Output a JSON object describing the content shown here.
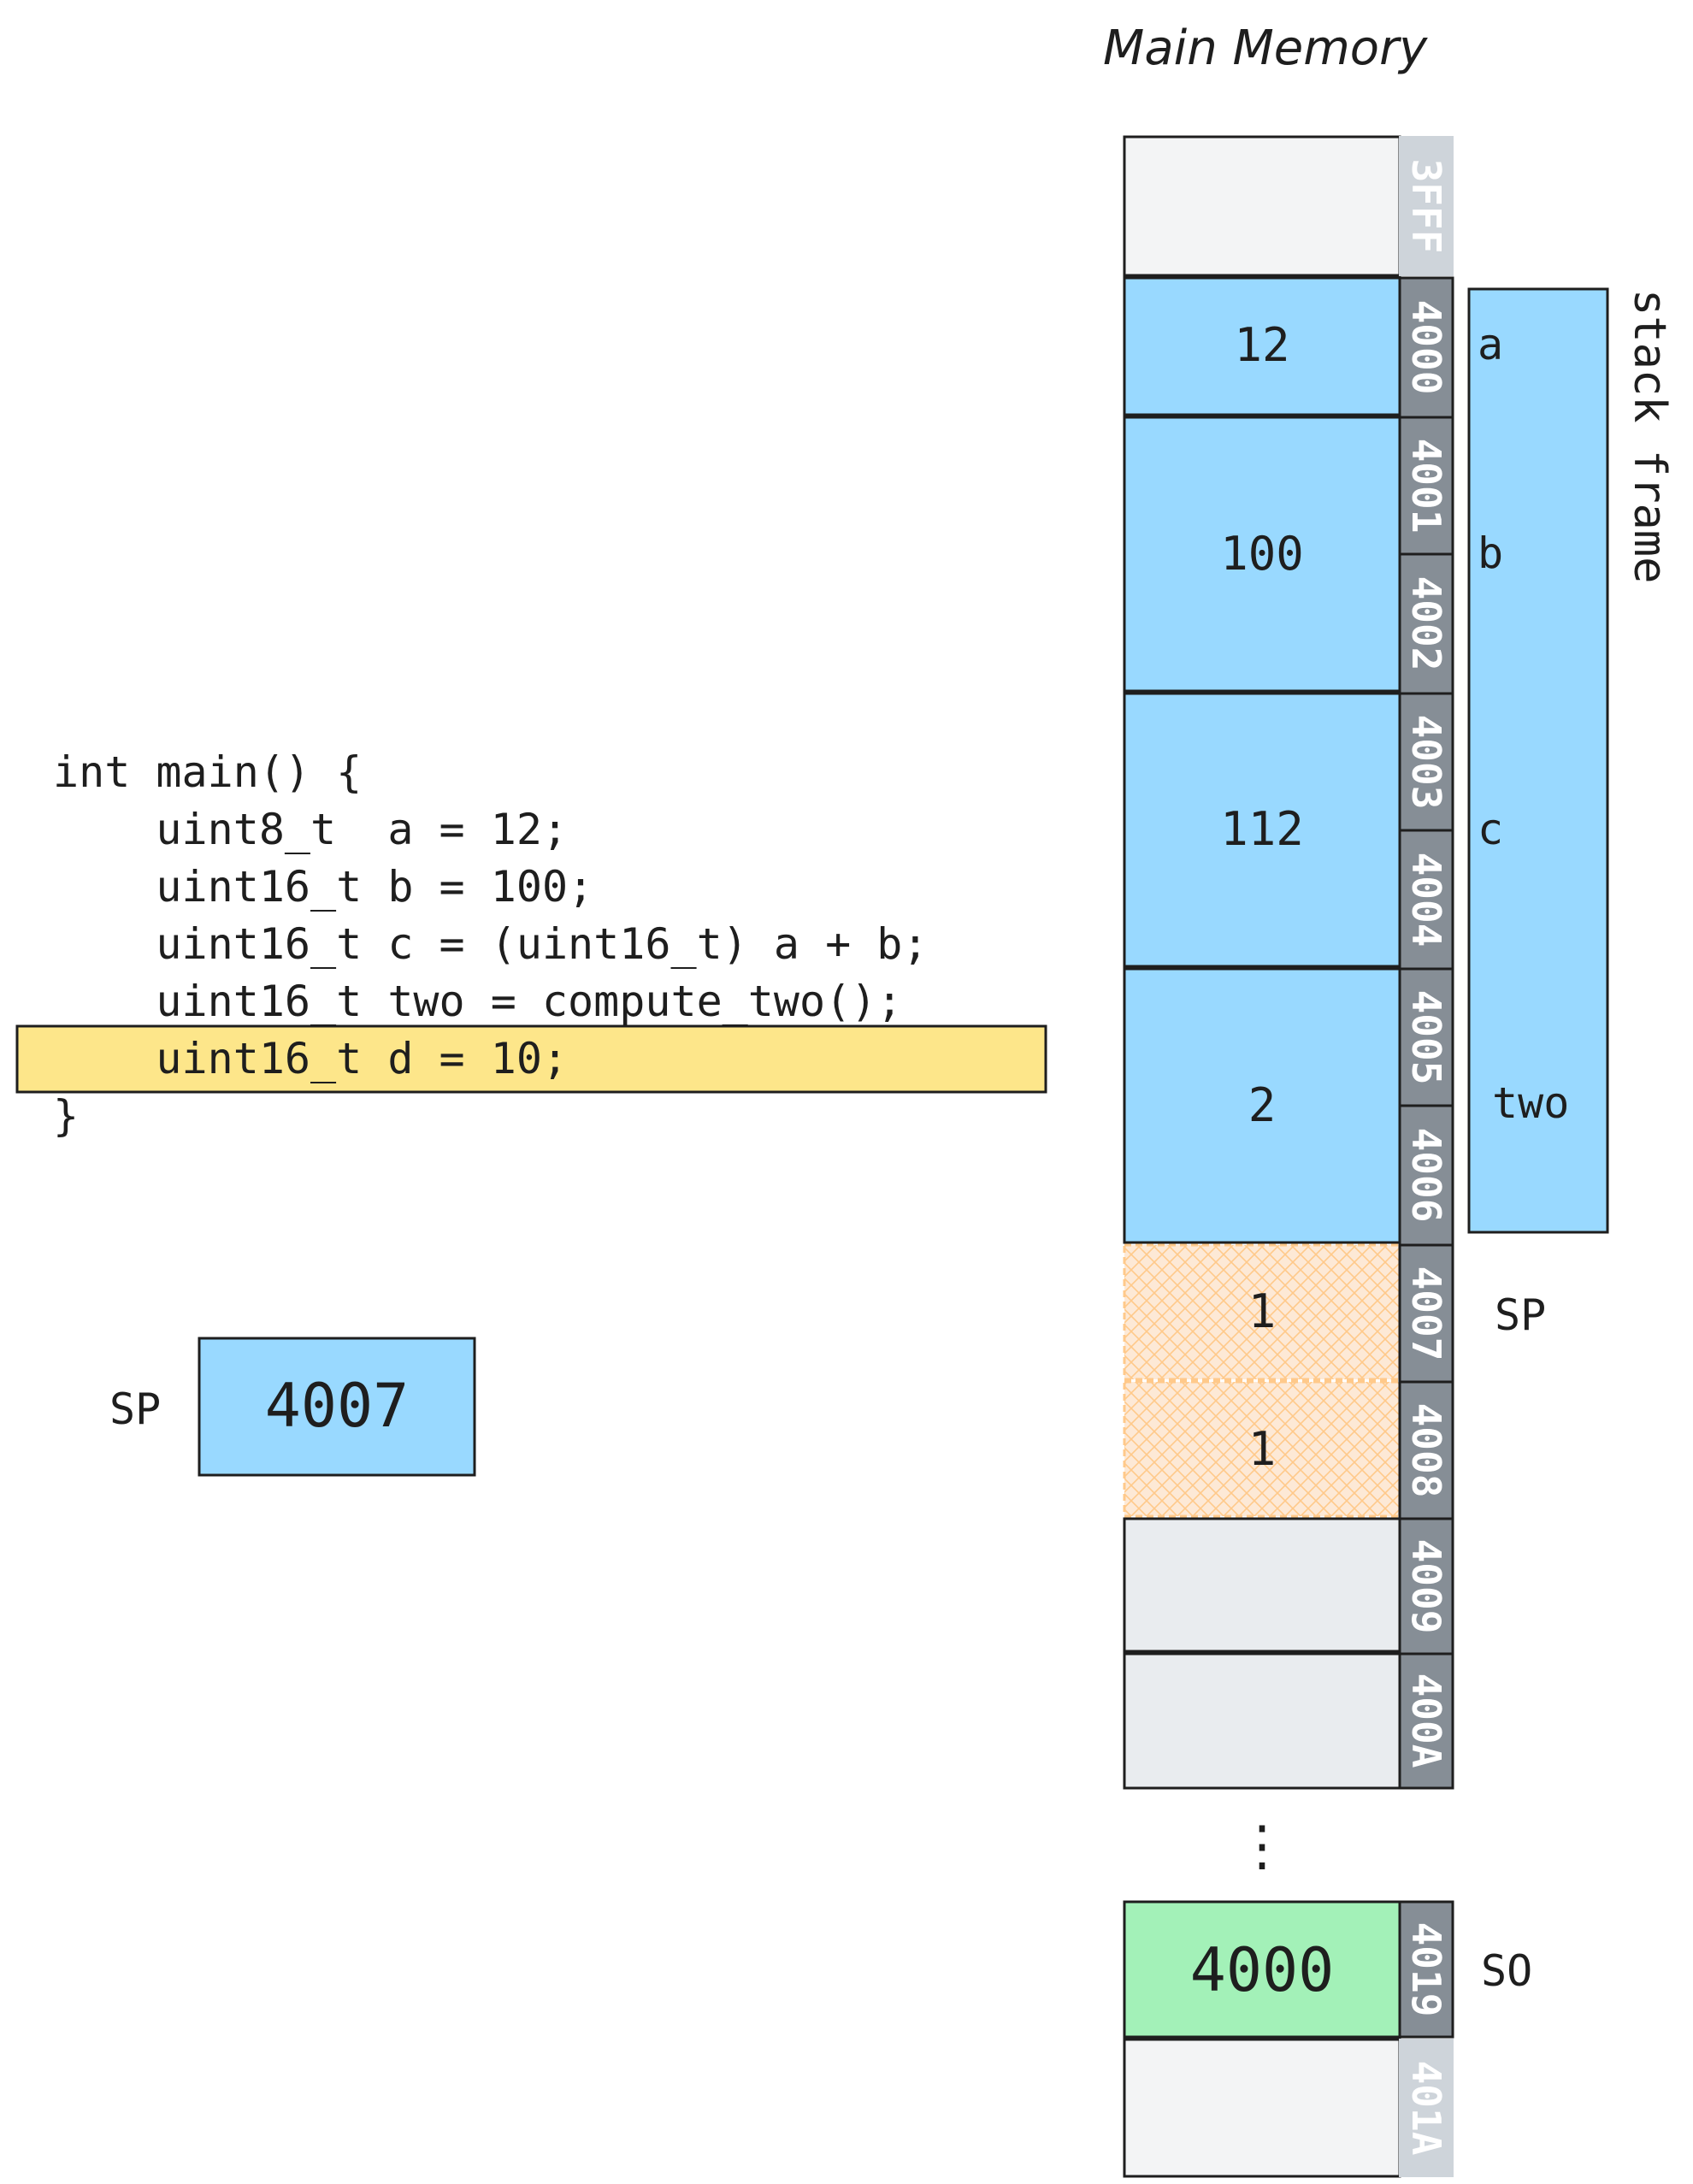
{
  "diagram": {
    "title": "Main Memory",
    "code_lines": [
      "int main() {",
      "    uint8_t  a = 12;",
      "    uint16_t b = 100;",
      "    uint16_t c = (uint16_t) a + b;",
      "    uint16_t two = compute_two();",
      "    uint16_t d = 10;",
      "}"
    ],
    "highlighted_line_index": 5,
    "sp_register": {
      "label": "SP",
      "value": "4007"
    },
    "addresses": {
      "a3FFF": "3FFF",
      "a4000": "4000",
      "a4001": "4001",
      "a4002": "4002",
      "a4003": "4003",
      "a4004": "4004",
      "a4005": "4005",
      "a4006": "4006",
      "a4007": "4007",
      "a4008": "4008",
      "a4009": "4009",
      "a400A": "400A",
      "a4019": "4019",
      "a401A": "401A"
    },
    "cells": {
      "a": "12",
      "b": "100",
      "c": "112",
      "two": "2",
      "tmp1": "1",
      "tmp2": "1",
      "saved": "4000"
    },
    "var_labels": {
      "a": "a",
      "b": "b",
      "c": "c",
      "two": "two"
    },
    "stack_frame_label": "stack frame",
    "sp_marker": "SP",
    "so_marker": "SO",
    "ellipsis": "⋮",
    "colors": {
      "stack_blue": "#99d9ff",
      "empty_cell": "#e9ecef",
      "faded_cell": "#f3f4f5",
      "temp_fill": "#fde9d6",
      "temp_hatch": "#ffc98a",
      "saved_green": "#a3f1b8",
      "address_dark": "#868e96",
      "address_faded": "#ced4da",
      "highlight": "#fde68a",
      "ink": "#1e1e1e"
    }
  }
}
